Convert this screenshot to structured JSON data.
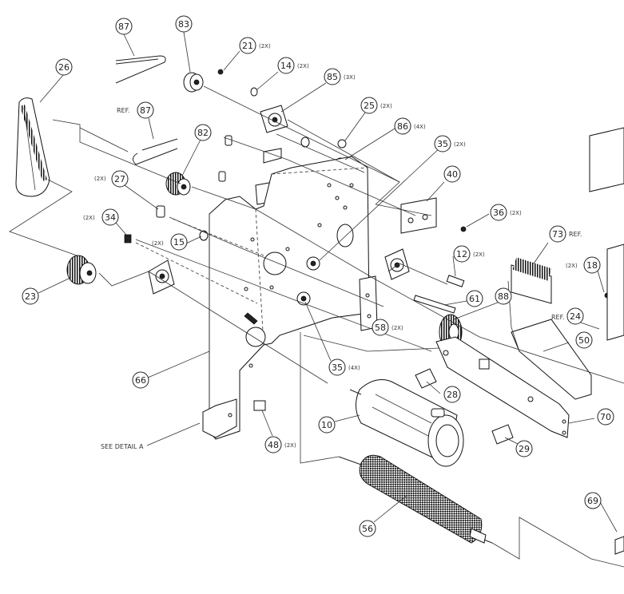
{
  "callouts": [
    {
      "id": "c87a",
      "num": "87",
      "qty": ""
    },
    {
      "id": "c83",
      "num": "83",
      "qty": ""
    },
    {
      "id": "c21",
      "num": "21",
      "qty": "(2X)"
    },
    {
      "id": "c14",
      "num": "14",
      "qty": "(2X)"
    },
    {
      "id": "c26",
      "num": "26",
      "qty": ""
    },
    {
      "id": "c85",
      "num": "85",
      "qty": "(3X)"
    },
    {
      "id": "c87b",
      "num": "87",
      "qty": ""
    },
    {
      "id": "c25",
      "num": "25",
      "qty": "(2X)"
    },
    {
      "id": "c86",
      "num": "86",
      "qty": "(4X)"
    },
    {
      "id": "c82",
      "num": "82",
      "qty": ""
    },
    {
      "id": "c35a",
      "num": "35",
      "qty": "(2X)"
    },
    {
      "id": "c27",
      "num": "27",
      "qty": ""
    },
    {
      "id": "c40",
      "num": "40",
      "qty": ""
    },
    {
      "id": "c34",
      "num": "34",
      "qty": ""
    },
    {
      "id": "c15",
      "num": "15",
      "qty": ""
    },
    {
      "id": "c36",
      "num": "36",
      "qty": "(2X)"
    },
    {
      "id": "c73",
      "num": "73",
      "qty": "REF."
    },
    {
      "id": "c12",
      "num": "12",
      "qty": "(2X)"
    },
    {
      "id": "c18",
      "num": "18",
      "qty": ""
    },
    {
      "id": "c23",
      "num": "23",
      "qty": ""
    },
    {
      "id": "c61",
      "num": "61",
      "qty": ""
    },
    {
      "id": "c88",
      "num": "88",
      "qty": ""
    },
    {
      "id": "c24",
      "num": "24",
      "qty": ""
    },
    {
      "id": "c58",
      "num": "58",
      "qty": "(2X)"
    },
    {
      "id": "c50",
      "num": "50",
      "qty": ""
    },
    {
      "id": "c35b",
      "num": "35",
      "qty": "(4X)"
    },
    {
      "id": "c66",
      "num": "66",
      "qty": ""
    },
    {
      "id": "c28",
      "num": "28",
      "qty": ""
    },
    {
      "id": "c10",
      "num": "10",
      "qty": ""
    },
    {
      "id": "c70",
      "num": "70",
      "qty": ""
    },
    {
      "id": "c48",
      "num": "48",
      "qty": "(2X)"
    },
    {
      "id": "c29",
      "num": "29",
      "qty": ""
    },
    {
      "id": "c69",
      "num": "69",
      "qty": ""
    },
    {
      "id": "c56",
      "num": "56",
      "qty": ""
    }
  ],
  "prefix_labels": {
    "ref_87": "REF.",
    "qty_27": "(2X)",
    "qty_34": "(2X)",
    "qty_15": "(2X)",
    "qty_18": "(2X)",
    "ref_24": "REF."
  },
  "notes": {
    "see_detail": "SEE DETAIL A"
  },
  "colors": {
    "line": "#222222",
    "background": "#ffffff"
  }
}
